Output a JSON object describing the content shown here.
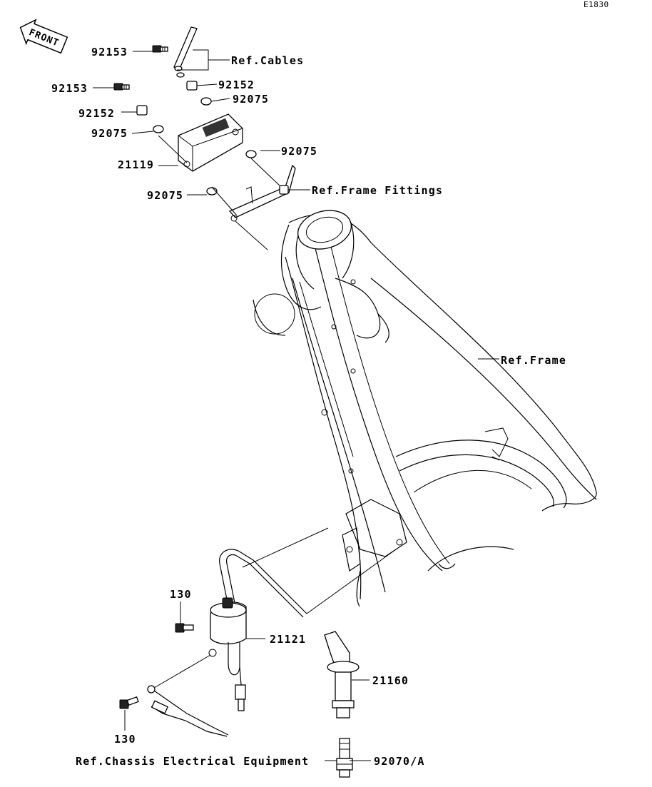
{
  "diagram_code": "E1830",
  "front_badge": "FRONT",
  "labels": {
    "bolt_92153_top": "92153",
    "bolt_92153_mid": "92153",
    "ref_cables": "Ref.Cables",
    "collar_92152_right": "92152",
    "collar_92152_left": "92152",
    "grommet_92075_top": "92075",
    "grommet_92075_left": "92075",
    "grommet_92075_right": "92075",
    "grommet_92075_bottom": "92075",
    "cdi_21119": "21119",
    "ref_frame_fittings": "Ref.Frame Fittings",
    "ref_frame": "Ref.Frame",
    "bolt_130_top": "130",
    "coil_21121": "21121",
    "cap_21160": "21160",
    "bolt_130_bottom": "130",
    "ref_chassis": "Ref.Chassis Electrical Equipment",
    "plug_92070": "92070/A"
  }
}
